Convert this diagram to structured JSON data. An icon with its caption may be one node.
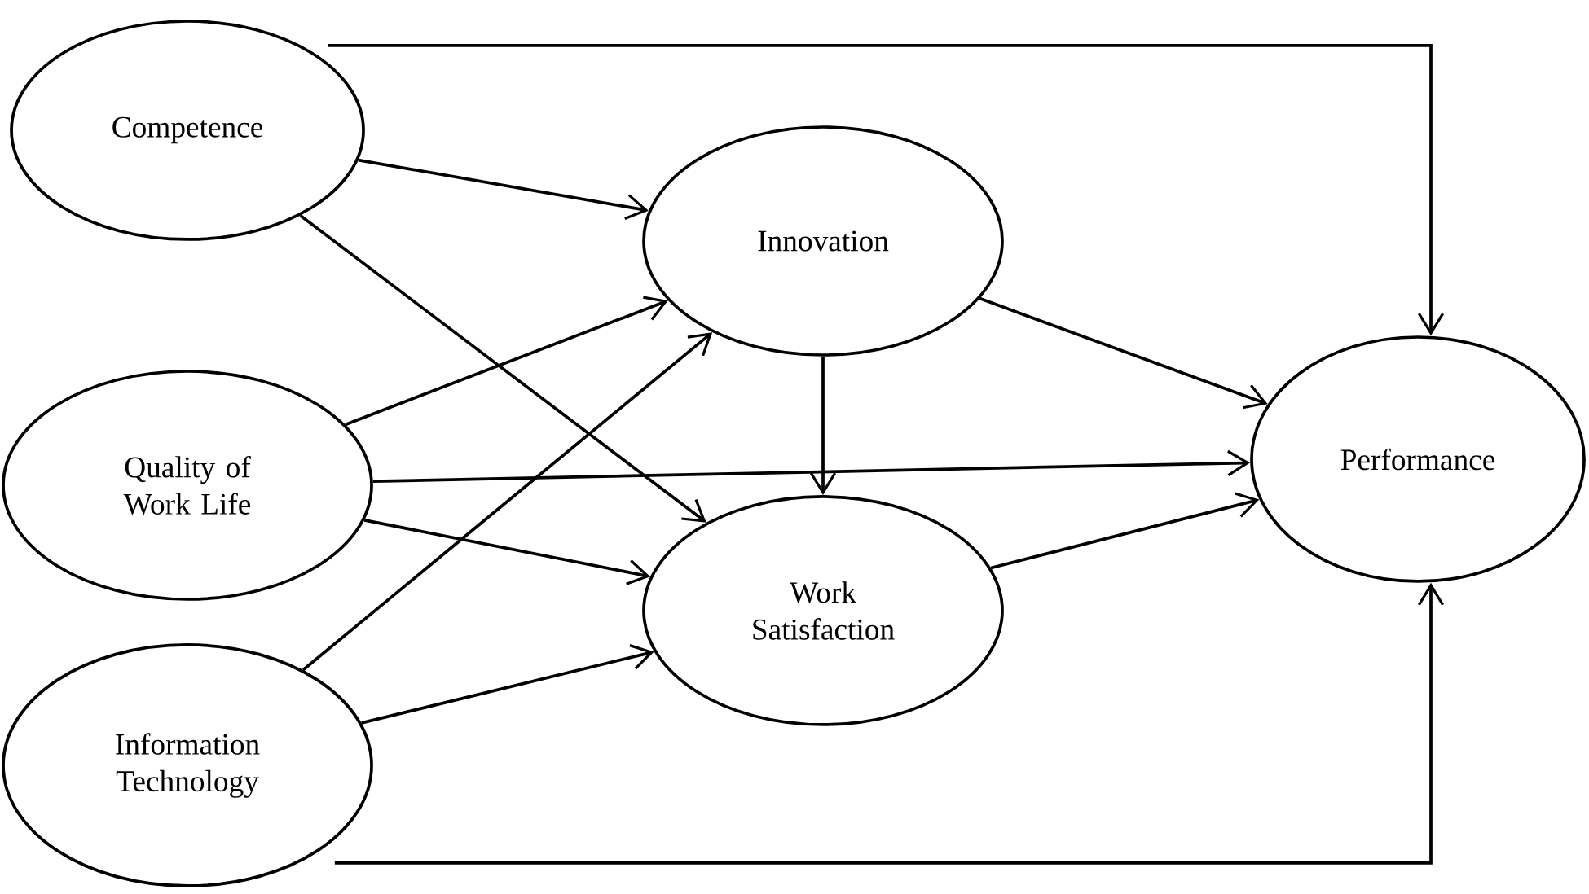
{
  "diagram": {
    "nodes": [
      {
        "text": [
          "Competence"
        ]
      },
      {
        "text": [
          "Quality of Work Life"
        ]
      },
      {
        "text": [
          "Information Technology"
        ]
      },
      {
        "text": [
          "Innovation"
        ]
      },
      {
        "text": [
          "Work Satisfaction"
        ]
      },
      {
        "text": [
          "Performance"
        ]
      }
    ],
    "edges": [
      {
        "from": 0,
        "to": 3,
        "arrow": "to"
      },
      {
        "from": 0,
        "to": 4,
        "arrow": "to"
      },
      {
        "from": 0,
        "to": 5,
        "arrow": "to"
      },
      {
        "from": 1,
        "to": 3,
        "arrow": "to"
      },
      {
        "from": 1,
        "to": 4,
        "arrow": "to"
      },
      {
        "from": 1,
        "to": 5,
        "arrow": "to"
      },
      {
        "from": 2,
        "to": 3,
        "arrow": "to"
      },
      {
        "from": 2,
        "to": 4,
        "arrow": "to"
      },
      {
        "from": 2,
        "to": 5,
        "arrow": "to"
      },
      {
        "from": 3,
        "to": 5,
        "arrow": "to"
      },
      {
        "from": 3,
        "to": 4,
        "arrow": "to"
      },
      {
        "from": 4,
        "to": 5,
        "arrow": "to"
      }
    ]
  }
}
